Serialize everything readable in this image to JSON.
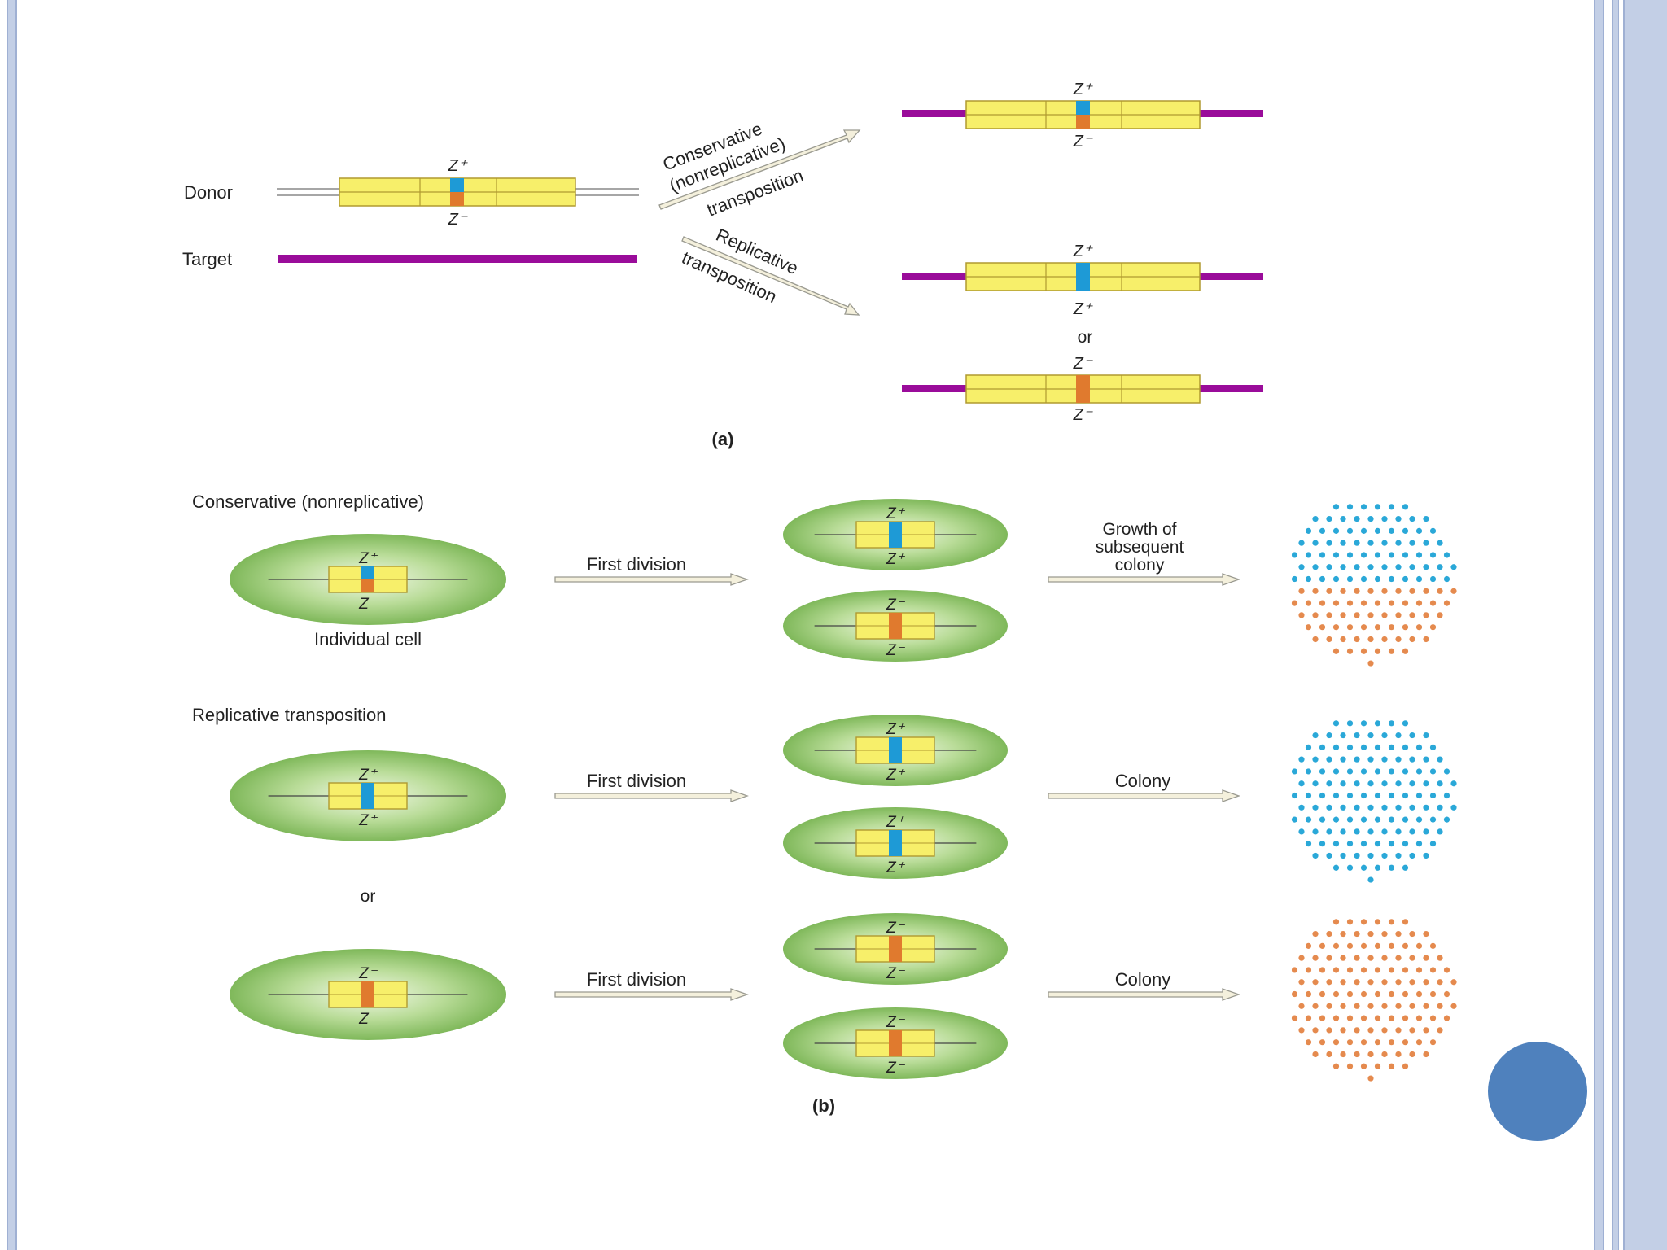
{
  "part_a": {
    "donor_label": "Donor",
    "target_label": "Target",
    "conservative_arrow_lines": [
      "Conservative",
      "(nonreplicative)",
      "transposition"
    ],
    "replicative_arrow_lines": [
      "Replicative",
      "transposition"
    ],
    "or_label": "or",
    "panel_label": "(a)",
    "allele_plus": "Z⁺",
    "allele_minus": "Z⁻"
  },
  "part_b": {
    "conservative_title": "Conservative (nonreplicative)",
    "replicative_title": "Replicative transposition",
    "individual_cell_label": "Individual cell",
    "first_division_label": "First division",
    "growth_label_lines": [
      "Growth of",
      "subsequent",
      "colony"
    ],
    "colony_label": "Colony",
    "or_label": "or",
    "panel_label": "(b)"
  },
  "colors": {
    "gene_yellow": "#f7ef6a",
    "allele_blue": "#1e9ad6",
    "allele_orange": "#e07a2e",
    "target_purple": "#9a0c9a",
    "cell_green": "#8fc46a",
    "colony_blue": "#2aa8d8",
    "colony_orange": "#e58a4e",
    "frame_blue": "#c3cfe6",
    "accent_dot": "#4f81bd"
  }
}
